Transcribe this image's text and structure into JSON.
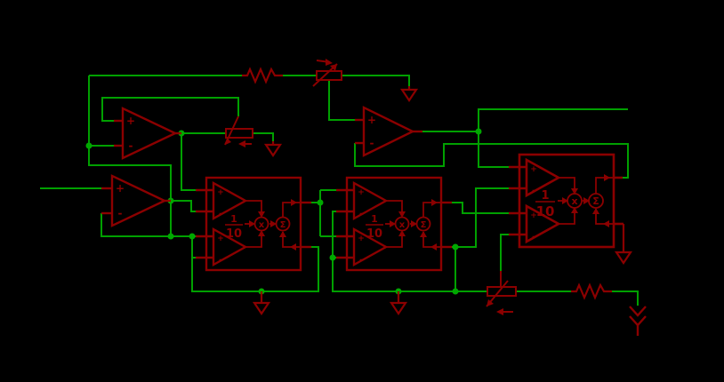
{
  "app": {
    "title": "analog circuit schematic",
    "background": "#000000"
  },
  "colors": {
    "background": "#000000",
    "wire": "#00A000",
    "junction": "#00A800",
    "component": "#8B0000"
  },
  "symbols": {
    "plus": "+",
    "minus": "-",
    "multiply": "x",
    "sum": "Σ"
  },
  "multipliers": [
    {
      "id": "multiplier-1",
      "gain_numerator": "1",
      "gain_denominator": "10"
    },
    {
      "id": "multiplier-2",
      "gain_numerator": "1",
      "gain_denominator": "10"
    },
    {
      "id": "multiplier-3",
      "gain_numerator": "1",
      "gain_denominator": "10"
    }
  ],
  "components": {
    "opamps": [
      "opamp-1",
      "opamp-2",
      "opamp-3"
    ],
    "multiplier_blocks": [
      "multiplier-1",
      "multiplier-2",
      "multiplier-3"
    ],
    "resistors": [
      "resistor-1",
      "resistor-2"
    ],
    "potentiometers": [
      "potentiometer-1",
      "potentiometer-2",
      "potentiometer-3"
    ],
    "grounds": [
      "ground-1",
      "ground-2",
      "ground-3",
      "ground-4",
      "ground-5"
    ],
    "ports": [
      "input-wire-left",
      "output-port-chevron"
    ]
  }
}
